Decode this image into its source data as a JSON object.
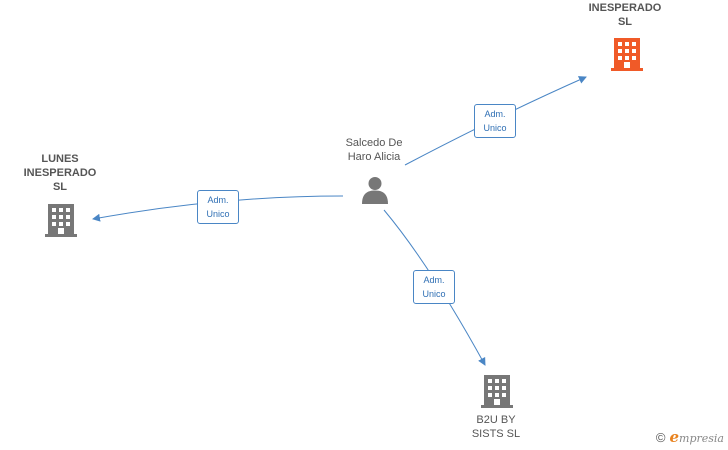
{
  "person": {
    "name": "Salcedo De\nHaro Alicia"
  },
  "companies": [
    {
      "id": "inesperado",
      "name": "INESPERADO\nSL",
      "highlight": true,
      "color": "#f05a28"
    },
    {
      "id": "lunes",
      "name": "LUNES\nINESPERADO\nSL",
      "highlight": false,
      "color": "#777777"
    },
    {
      "id": "b2u",
      "name": "B2U BY\nSISTS  SL",
      "highlight": false,
      "color": "#777777"
    }
  ],
  "edges": [
    {
      "to": "inesperado",
      "label": "Adm.\nUnico"
    },
    {
      "to": "lunes",
      "label": "Adm.\nUnico"
    },
    {
      "to": "b2u",
      "label": "Adm.\nUnico"
    }
  ],
  "colors": {
    "edge": "#4a86c5",
    "person_icon": "#777777"
  },
  "brand": {
    "copyright": "©",
    "name_first": "e",
    "name_rest": "mpresia"
  }
}
